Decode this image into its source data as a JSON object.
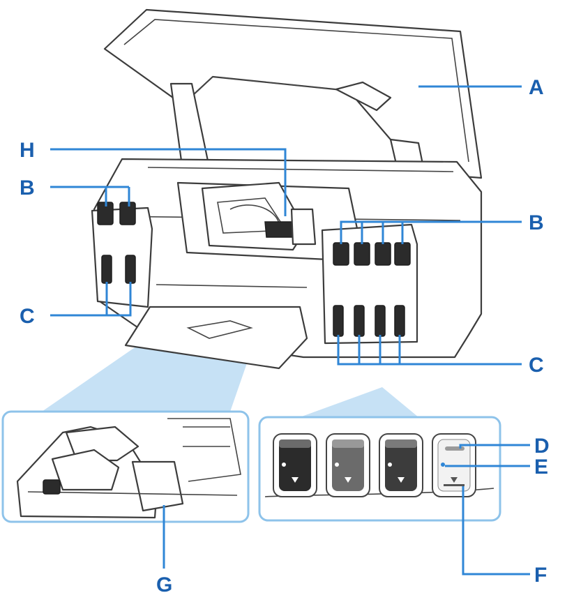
{
  "callouts": {
    "a": "A",
    "b": "B",
    "c": "C",
    "d": "D",
    "e": "E",
    "f": "F",
    "g": "G",
    "h": "H"
  },
  "colors": {
    "label": "#1a5fae",
    "leader": "#2f86d6",
    "inset_border": "#8ec3ea",
    "zoom_cone": "#bcdcf3",
    "ink_dark": "#2b2b2b",
    "ink_gray": "#6b6b6b"
  }
}
